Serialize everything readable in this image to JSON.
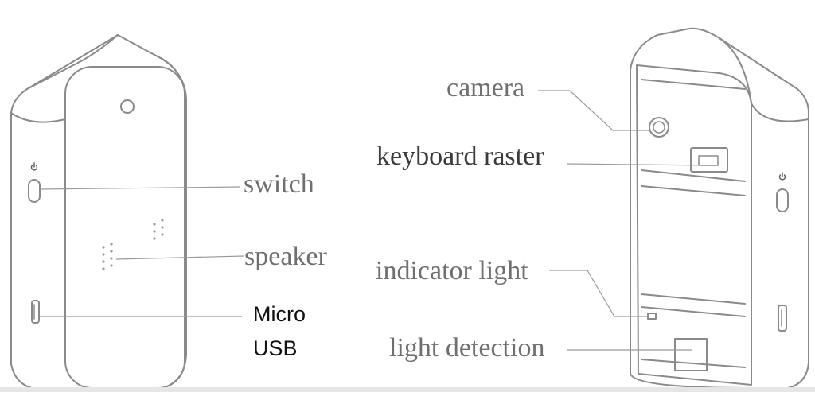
{
  "labels": {
    "switch": "switch",
    "speaker": "speaker",
    "micro_usb_line1": "Micro",
    "micro_usb_line2": "USB",
    "camera": "camera",
    "keyboard_raster": "keyboard raster",
    "indicator_light": "indicator light",
    "light_detection": "light detection"
  },
  "icons": {
    "left_power": "power-icon",
    "right_power": "power-icon"
  },
  "colors": {
    "outline": "#8a8a8a",
    "leader_line": "#9a9a9a",
    "label_grey": "#6f6f6f",
    "label_dark": "#3a3a3a"
  }
}
